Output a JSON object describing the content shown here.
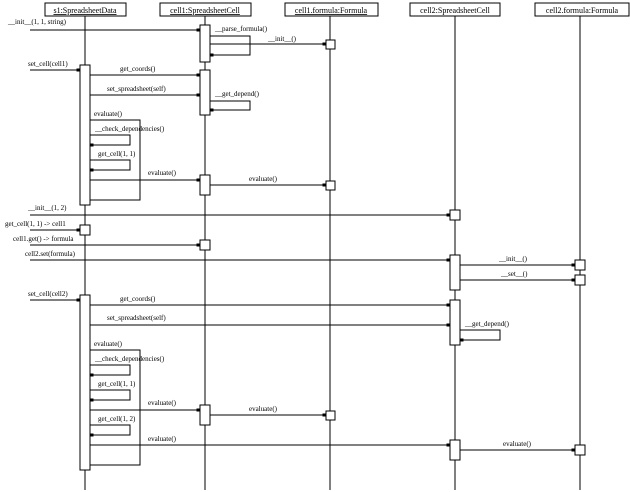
{
  "objects": [
    "s1:SpreadsheetData",
    "cell1:SpreadsheetCell",
    "cell1.formula:Formula",
    "cell2:SpreadsheetCell",
    "cell2.formula:Formula"
  ],
  "messages": {
    "init_cell1": "__init__(1, 1, string)",
    "parse_formula": "__parse_formula()",
    "init_formula1": "__init__()",
    "set_cell1": "set_cell(cell1)",
    "get_coords1": "get_coords()",
    "set_spreadsheet1": "set_spreadsheet(self)",
    "get_depend1": "__get_depend()",
    "evaluate_s1_a": "evaluate()",
    "check_deps_a": "__check_dependencies()",
    "get_cell_11_a": "get_cell(1, 1)",
    "evaluate_c1_a": "evaluate()",
    "evaluate_f1_a": "evaluate()",
    "init_cell2": "__init__(1, 2)",
    "get_cell_ret": "get_cell(1, 1) -> cell1",
    "cell1_get": "cell1.get() -> formula",
    "cell2_set": "cell2.set(formula)",
    "init_formula2": "__init__()",
    "set_formula2": "__set__()",
    "set_cell2": "set_cell(cell2)",
    "get_coords2": "get_coords()",
    "set_spreadsheet2": "set_spreadsheet(self)",
    "get_depend2": "__get_depend()",
    "evaluate_s1_b": "evaluate()",
    "check_deps_b": "__check_dependencies()",
    "get_cell_11_b": "get_cell(1, 1)",
    "evaluate_c1_b": "evaluate()",
    "evaluate_f1_b": "evaluate()",
    "get_cell_12": "get_cell(1, 2)",
    "evaluate_c2": "evaluate()",
    "evaluate_f2": "evaluate()"
  }
}
